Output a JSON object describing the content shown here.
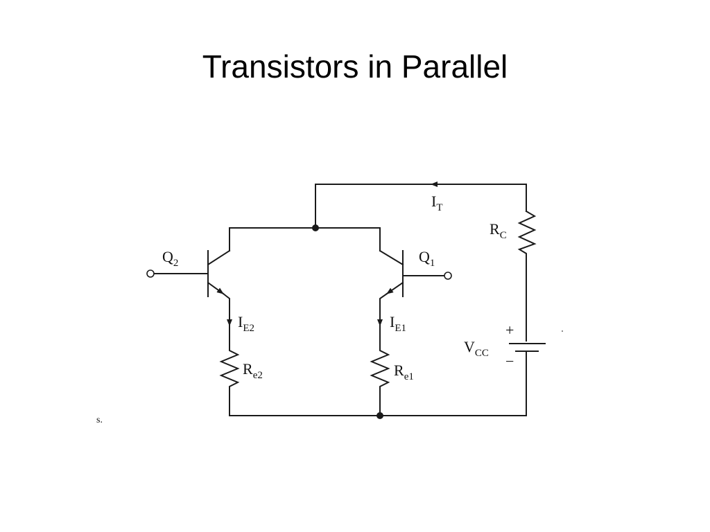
{
  "title": "Transistors in Parallel",
  "labels": {
    "q2": {
      "main": "Q",
      "sub": "2"
    },
    "q1": {
      "main": "Q",
      "sub": "1"
    },
    "it": {
      "main": "I",
      "sub": "T"
    },
    "rc": {
      "main": "R",
      "sub": "C"
    },
    "ie2": {
      "main": "I",
      "sub": "E2"
    },
    "ie1": {
      "main": "I",
      "sub": "E1"
    },
    "re2": {
      "main": "R",
      "sub": "e2"
    },
    "re1": {
      "main": "R",
      "sub": "e1"
    },
    "vcc": {
      "main": "V",
      "sub": "CC"
    },
    "plus": "+",
    "minus": "−",
    "fragment": "s."
  }
}
